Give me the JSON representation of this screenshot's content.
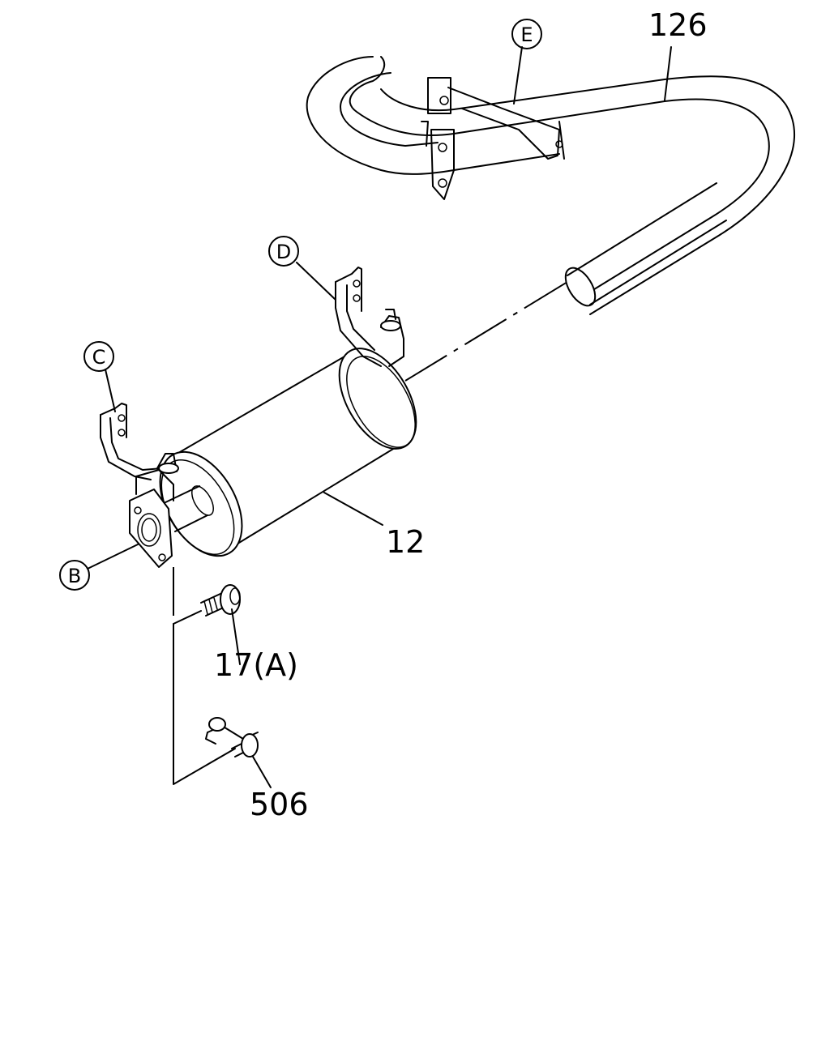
{
  "callouts": {
    "part_126": "126",
    "part_12": "12",
    "part_17a": "17(A)",
    "part_506": "506",
    "ref_b": "B",
    "ref_c": "C",
    "ref_d": "D",
    "ref_e": "E"
  }
}
